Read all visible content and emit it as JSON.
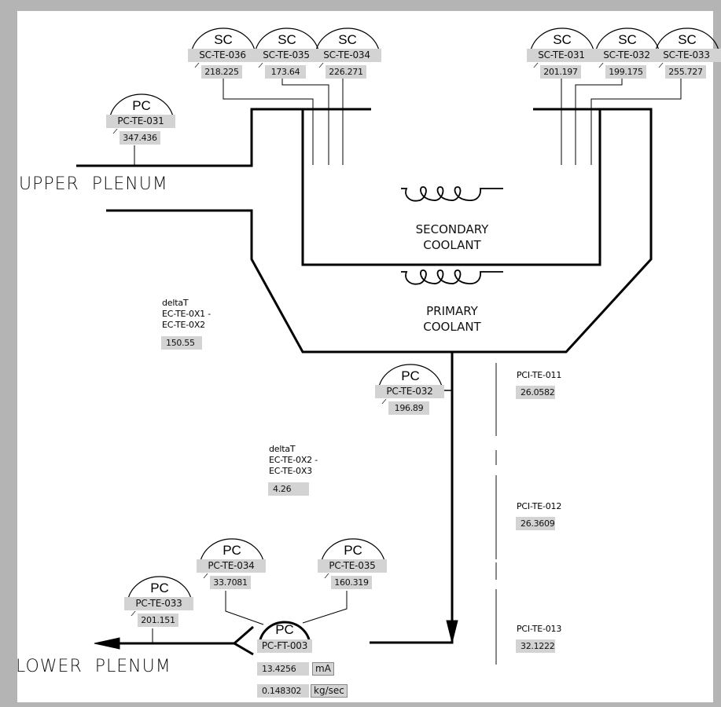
{
  "labels": {
    "upper_plenum": "UPPER  PLENUM",
    "lower_plenum": "LOWER  PLENUM",
    "secondary_coolant": [
      "SECONDARY",
      "COOLANT"
    ],
    "primary_coolant": [
      "PRIMARY",
      "COOLANT"
    ]
  },
  "sc_indicators": [
    {
      "code": "SC",
      "tag": "SC-TE-036",
      "value": "218.225"
    },
    {
      "code": "SC",
      "tag": "SC-TE-035",
      "value": "173.64"
    },
    {
      "code": "SC",
      "tag": "SC-TE-034",
      "value": "226.271"
    },
    {
      "code": "SC",
      "tag": "SC-TE-031",
      "value": "201.197"
    },
    {
      "code": "SC",
      "tag": "SC-TE-032",
      "value": "199.175"
    },
    {
      "code": "SC",
      "tag": "SC-TE-033",
      "value": "255.727"
    }
  ],
  "pc_indicators": [
    {
      "code": "PC",
      "tag": "PC-TE-031",
      "value": "347.436"
    },
    {
      "code": "PC",
      "tag": "PC-TE-032",
      "value": "196.89"
    },
    {
      "code": "PC",
      "tag": "PC-TE-033",
      "value": "201.151"
    },
    {
      "code": "PC",
      "tag": "PC-TE-034",
      "value": "33.7081"
    },
    {
      "code": "PC",
      "tag": "PC-TE-035",
      "value": "160.319"
    }
  ],
  "flow_meter": {
    "code": "PC",
    "tag": "PC-FT-003",
    "current_value": "13.4256",
    "current_unit": "mA",
    "flow_value": "0.148302",
    "flow_unit": "kg/sec"
  },
  "delta_t": [
    {
      "title": "deltaT",
      "line1": "EC-TE-0X1 -",
      "line2": "EC-TE-0X2",
      "value": "150.55"
    },
    {
      "title": "deltaT",
      "line1": "EC-TE-0X2 -",
      "line2": "EC-TE-0X3",
      "value": "4.26"
    }
  ],
  "pci_sensors": [
    {
      "tag": "PCI-TE-011",
      "value": "26.0582"
    },
    {
      "tag": "PCI-TE-012",
      "value": "26.3609"
    },
    {
      "tag": "PCI-TE-013",
      "value": "32.1222"
    }
  ]
}
